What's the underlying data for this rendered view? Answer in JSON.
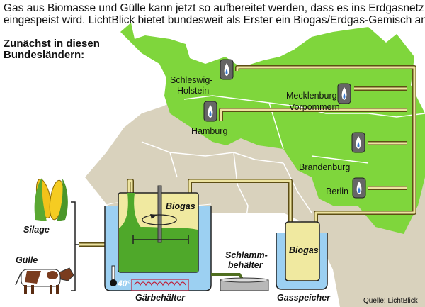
{
  "intro": {
    "line1": "Gas aus Biomasse und Gülle kann jetzt so aufbereitet werden, dass es ins Erdgasnetz",
    "line2": "eingespeist wird. LichtBlick bietet bundesweit als Erster ein Biogas/Erdgas-Gemisch an:"
  },
  "subtitle": {
    "line1": "Zunächst in diesen",
    "line2": "Bundesländern:"
  },
  "states": {
    "schleswig_1": "Schleswig-",
    "schleswig_2": "Holstein",
    "hamburg": "Hamburg",
    "mecklenburg_1": "Mecklenburg-",
    "mecklenburg_2": "Vorpommern",
    "brandenburg": "Brandenburg",
    "berlin": "Berlin"
  },
  "process": {
    "silage": "Silage",
    "guelle": "Gülle",
    "fermenter_gas": "Biogas",
    "temperature": "40°",
    "fermenter": "Gärbehälter",
    "sludge_1": "Schlamm-",
    "sludge_2": "behälter",
    "storage_gas": "Biogas",
    "storage": "Gasspeicher"
  },
  "source": "Quelle: LichtBlick",
  "colors": {
    "green_states": "#7fd63c",
    "land": "#d9d2bd",
    "water": "#8fc8f0",
    "gas": "#f0e9a0",
    "substrate": "#4fa82a"
  }
}
